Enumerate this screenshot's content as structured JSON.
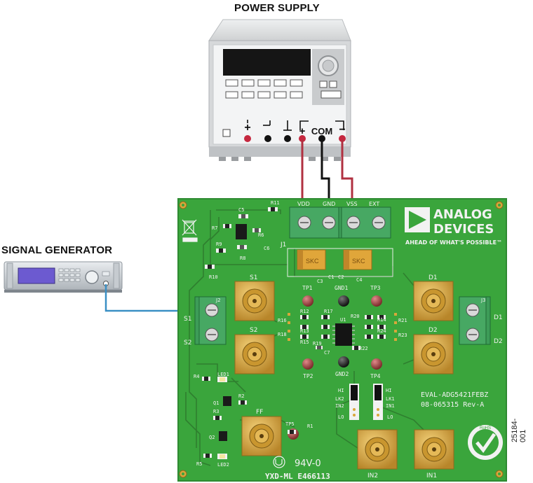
{
  "labels": {
    "power_supply": "POWER SUPPLY",
    "signal_generator": "SIGNAL GENERATOR",
    "figure_id": "25184-001"
  },
  "psu": {
    "plus": "+",
    "minus": "−",
    "com": "COM",
    "minus2": "−",
    "plus2": "+"
  },
  "board": {
    "brand_line1": "ANALOG",
    "brand_line2": "DEVICES",
    "tagline": "AHEAD OF WHAT'S POSSIBLE™",
    "board_name": "EVAL-ADG5421FEBZ",
    "board_rev": "08-065315 Rev-A",
    "terminals": [
      "VDD",
      "GND",
      "VSS",
      "EXT"
    ],
    "j1": "J1",
    "j2": "J2",
    "j3": "J3",
    "sma": {
      "s1": "S1",
      "s2": "S2",
      "d1": "D1",
      "d2": "D2",
      "ff": "FF",
      "in1": "IN1",
      "in2": "IN2"
    },
    "side": {
      "s1": "S1",
      "s2": "S2",
      "d1": "D1",
      "d2": "D2"
    },
    "testpoints": {
      "tp1": "TP1",
      "tp2": "TP2",
      "tp3": "TP3",
      "tp4": "TP4",
      "tp5": "TP5",
      "gnd1": "GND1",
      "gnd2": "GND2"
    },
    "resistors": {
      "r11": "R11",
      "r7": "R7",
      "r9": "R9",
      "r8": "R8",
      "r10": "R10",
      "r6": "R6",
      "r12": "R12",
      "r13": "R13",
      "r15": "R15",
      "r16": "R16",
      "r17": "R17",
      "r18": "R18",
      "r19": "R19",
      "r20": "R20",
      "r14": "R14",
      "r21": "R21",
      "r22": "R22",
      "r23": "R23",
      "r24": "R24",
      "r2": "R2",
      "r3": "R3",
      "r4": "R4",
      "r5": "R5",
      "r1": "R1"
    },
    "caps": {
      "c5": "C5",
      "c6": "C6",
      "c3": "C3",
      "c1": "C1",
      "c2": "C2",
      "c4": "C4",
      "c7": "C7"
    },
    "u1": "U1",
    "led1": "LED1",
    "led2": "LED2",
    "q1": "Q1",
    "q2": "Q2",
    "lk1": "LK1",
    "lk2": "LK2",
    "hi_left": "HI",
    "lo_left": "LO",
    "hi_right": "HI",
    "lo_right": "LO",
    "in2_jmp": "IN2",
    "in1_jmp": "IN1",
    "ul_mark": "94V-0",
    "ul_code": "YXD-ML E466113",
    "rohs": "RoHS"
  },
  "colors": {
    "pcb": "#3aa53c",
    "pcb_dark": "#2e8a31",
    "trace": "#2f7f2f",
    "gold": "#d8a73a",
    "terminal_green": "#3d9c58",
    "red_wire": "#b03040",
    "black_wire": "#111111",
    "blue_wire": "#3a8fc4",
    "psu_body": "#d9dadc",
    "psu_display": "#151515",
    "gen_screen": "#6c5ad0"
  }
}
